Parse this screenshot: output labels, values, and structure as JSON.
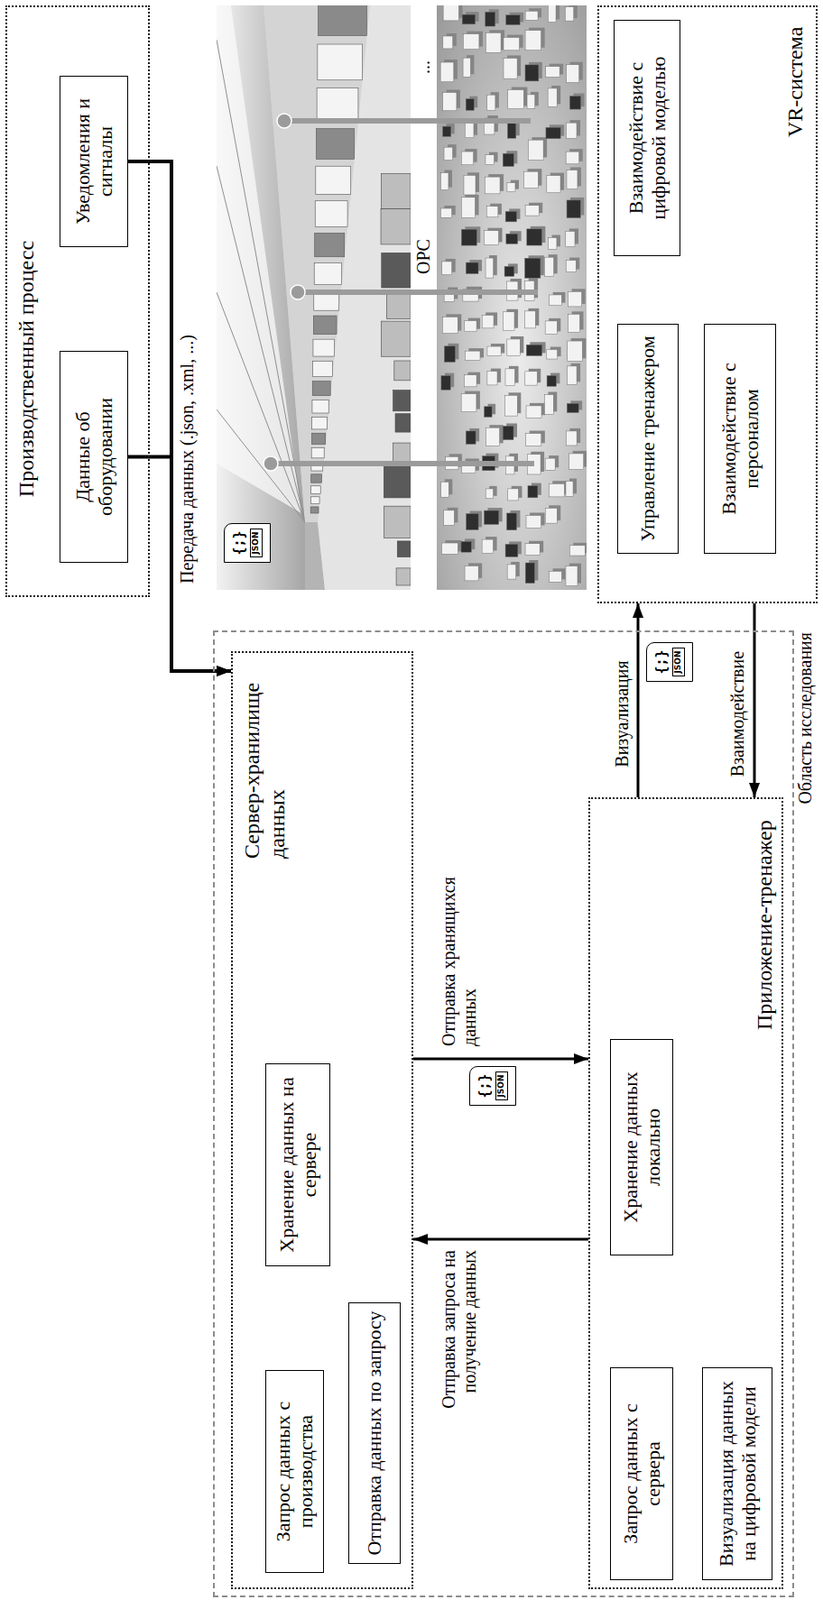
{
  "diagram": {
    "nodes": [
      {
        "text": [
          "Производственный процесс"
        ]
      },
      {
        "text": [
          "Данные об оборудовании"
        ],
        "in": 0
      },
      {
        "text": [
          "Уведомления и сигналы"
        ],
        "in": 0
      },
      {
        "text": [
          "Область исследования"
        ]
      },
      {
        "text": [
          "Сервер-хранилище данных"
        ],
        "in": 3
      },
      {
        "text": [
          "Запрос данных с производства"
        ],
        "in": 4
      },
      {
        "text": [
          "Хранение данных на сервере"
        ],
        "in": 4
      },
      {
        "text": [
          "Отправка данных по запросу"
        ],
        "in": 4
      },
      {
        "text": [
          "Приложение-тренажер"
        ],
        "in": 3
      },
      {
        "text": [
          "Запрос данных с сервера"
        ],
        "in": 8
      },
      {
        "text": [
          "Хранение данных локально"
        ],
        "in": 8
      },
      {
        "text": [
          "Визуализация данных на цифровой модели"
        ],
        "in": 8
      },
      {
        "text": [
          "VR-система"
        ]
      },
      {
        "text": [
          "Управление тренажером"
        ],
        "in": 12
      },
      {
        "text": [
          "Взаимодействие с цифровой моделью"
        ],
        "in": 12
      },
      {
        "text": [
          "Взаимодействие с персоналом"
        ],
        "in": 12
      }
    ],
    "edges": [
      {
        "from": 1,
        "to": 4,
        "arrow": "to",
        "label": "Передача данных (.json, .xml, ...)"
      },
      {
        "from": 2,
        "to": 4,
        "arrow": "to"
      },
      {
        "from": 4,
        "to": 8,
        "arrow": "to",
        "label": "Отправка хранящихся данных"
      },
      {
        "from": 8,
        "to": 4,
        "arrow": "to",
        "label": "Отправка запроса на получение данных"
      },
      {
        "from": 8,
        "to": 12,
        "arrow": "to",
        "label": "Визуализация"
      },
      {
        "from": 12,
        "to": 8,
        "arrow": "to",
        "label": "Взаимодействие"
      }
    ],
    "labels": [
      "{;}",
      "JSON",
      "OPC",
      "...",
      "{;}",
      "JSON",
      "{;}",
      "JSON"
    ]
  }
}
